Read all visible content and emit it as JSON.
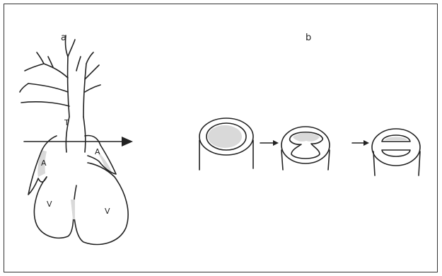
{
  "panels": {
    "a": {
      "label": "a",
      "parts": {
        "trunk": "T",
        "atrium_left": "A",
        "atrium_right": "A",
        "ventricle_left": "V",
        "ventricle_right": "V"
      }
    },
    "b": {
      "label": "b"
    }
  },
  "colors": {
    "ink": "#222222",
    "shading": "#d9d9d9",
    "border": "#333333"
  }
}
